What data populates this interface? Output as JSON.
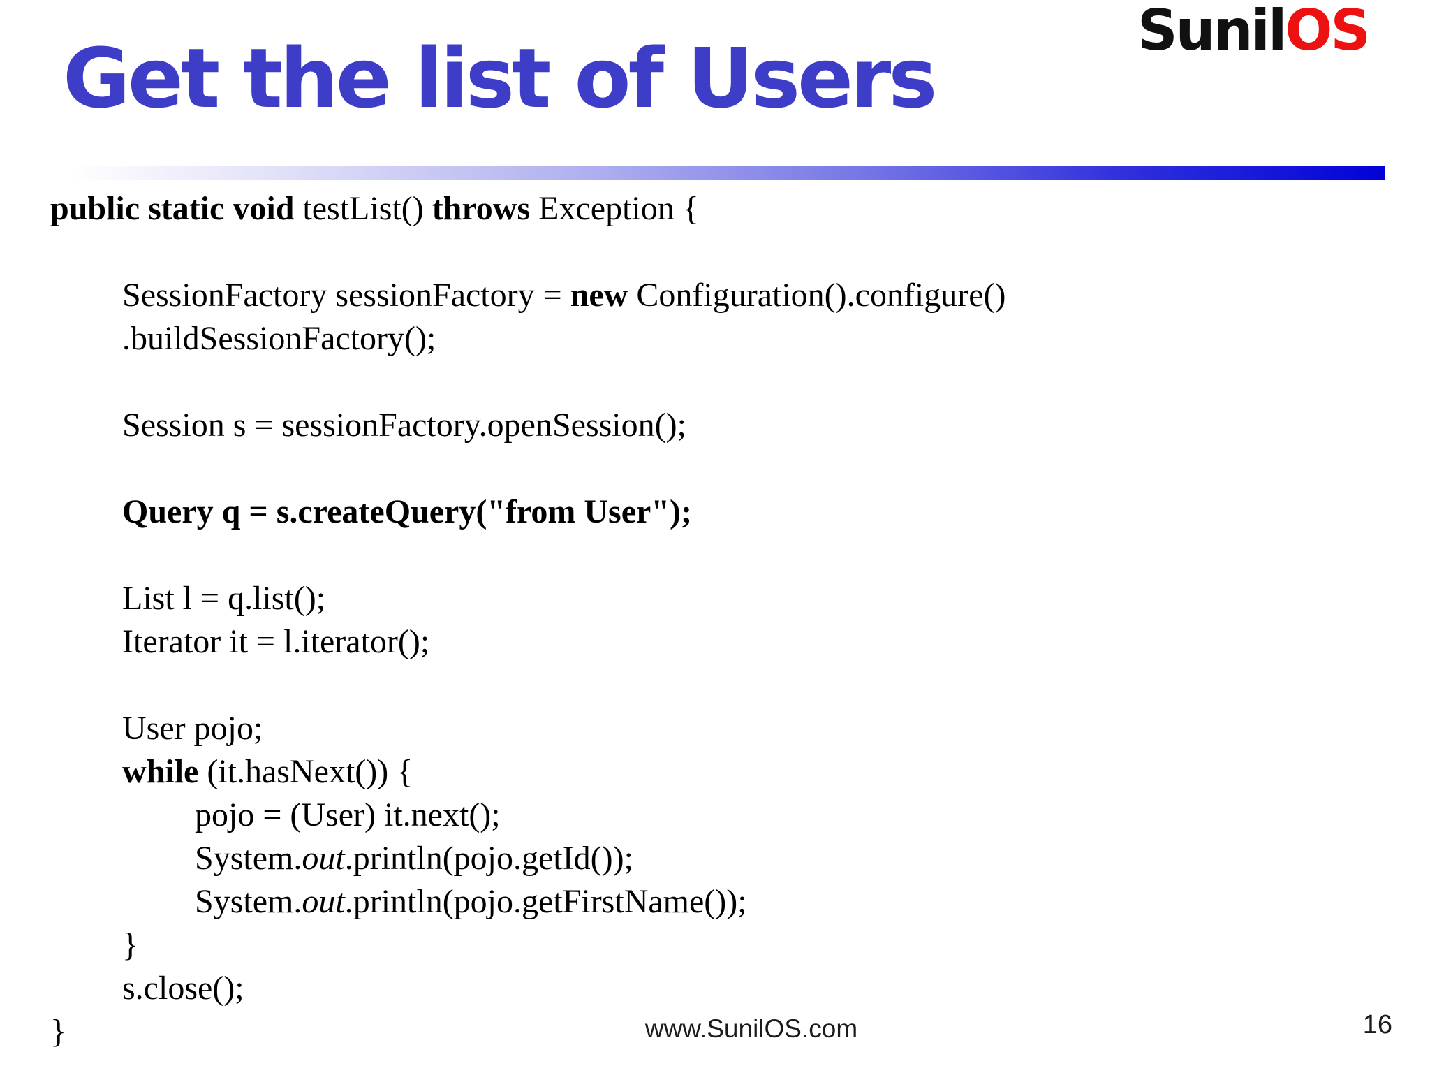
{
  "header": {
    "title": "Get the list of Users",
    "logo": {
      "black_part": "Sunil",
      "red_part": "OS"
    }
  },
  "colors": {
    "title_blue": "#3d3dc8",
    "logo_black": "#111111",
    "logo_red": "#ee1111",
    "bar_blue": "#0202d8",
    "code_text": "#000000"
  },
  "code": {
    "lines": [
      {
        "indent": 0,
        "segments": [
          {
            "text": "public static void ",
            "bold": true
          },
          {
            "text": "testList() "
          },
          {
            "text": "throws",
            "bold": true
          },
          {
            "text": " Exception {"
          }
        ]
      },
      {
        "indent": 0,
        "segments": []
      },
      {
        "indent": 1,
        "segments": [
          {
            "text": "SessionFactory sessionFactory = "
          },
          {
            "text": "new",
            "bold": true
          },
          {
            "text": " Configuration().configure()"
          }
        ]
      },
      {
        "indent": 1,
        "segments": [
          {
            "text": ".buildSessionFactory();"
          }
        ]
      },
      {
        "indent": 0,
        "segments": []
      },
      {
        "indent": 1,
        "segments": [
          {
            "text": "Session s = sessionFactory.openSession();"
          }
        ]
      },
      {
        "indent": 0,
        "segments": []
      },
      {
        "indent": 1,
        "segments": [
          {
            "text": "Query q = s.createQuery(\"from User\");",
            "bold": true
          }
        ]
      },
      {
        "indent": 0,
        "segments": []
      },
      {
        "indent": 1,
        "segments": [
          {
            "text": "List l = q.list();"
          }
        ]
      },
      {
        "indent": 1,
        "segments": [
          {
            "text": "Iterator it = l.iterator();"
          }
        ]
      },
      {
        "indent": 0,
        "segments": []
      },
      {
        "indent": 1,
        "segments": [
          {
            "text": "User pojo;"
          }
        ]
      },
      {
        "indent": 1,
        "segments": [
          {
            "text": "while",
            "bold": true
          },
          {
            "text": " (it.hasNext()) {"
          }
        ]
      },
      {
        "indent": 2,
        "segments": [
          {
            "text": "pojo = (User) it.next();"
          }
        ]
      },
      {
        "indent": 2,
        "segments": [
          {
            "text": "System."
          },
          {
            "text": "out",
            "italic": true
          },
          {
            "text": ".println(pojo.getId());"
          }
        ]
      },
      {
        "indent": 2,
        "segments": [
          {
            "text": "System."
          },
          {
            "text": "out",
            "italic": true
          },
          {
            "text": ".println(pojo.getFirstName());"
          }
        ]
      },
      {
        "indent": 1,
        "segments": [
          {
            "text": "}"
          }
        ]
      },
      {
        "indent": 1,
        "segments": [
          {
            "text": "s.close();"
          }
        ]
      },
      {
        "indent": 0,
        "segments": [
          {
            "text": "}"
          }
        ]
      }
    ]
  },
  "footer": {
    "website": "www.SunilOS.com",
    "page_number": "16"
  }
}
